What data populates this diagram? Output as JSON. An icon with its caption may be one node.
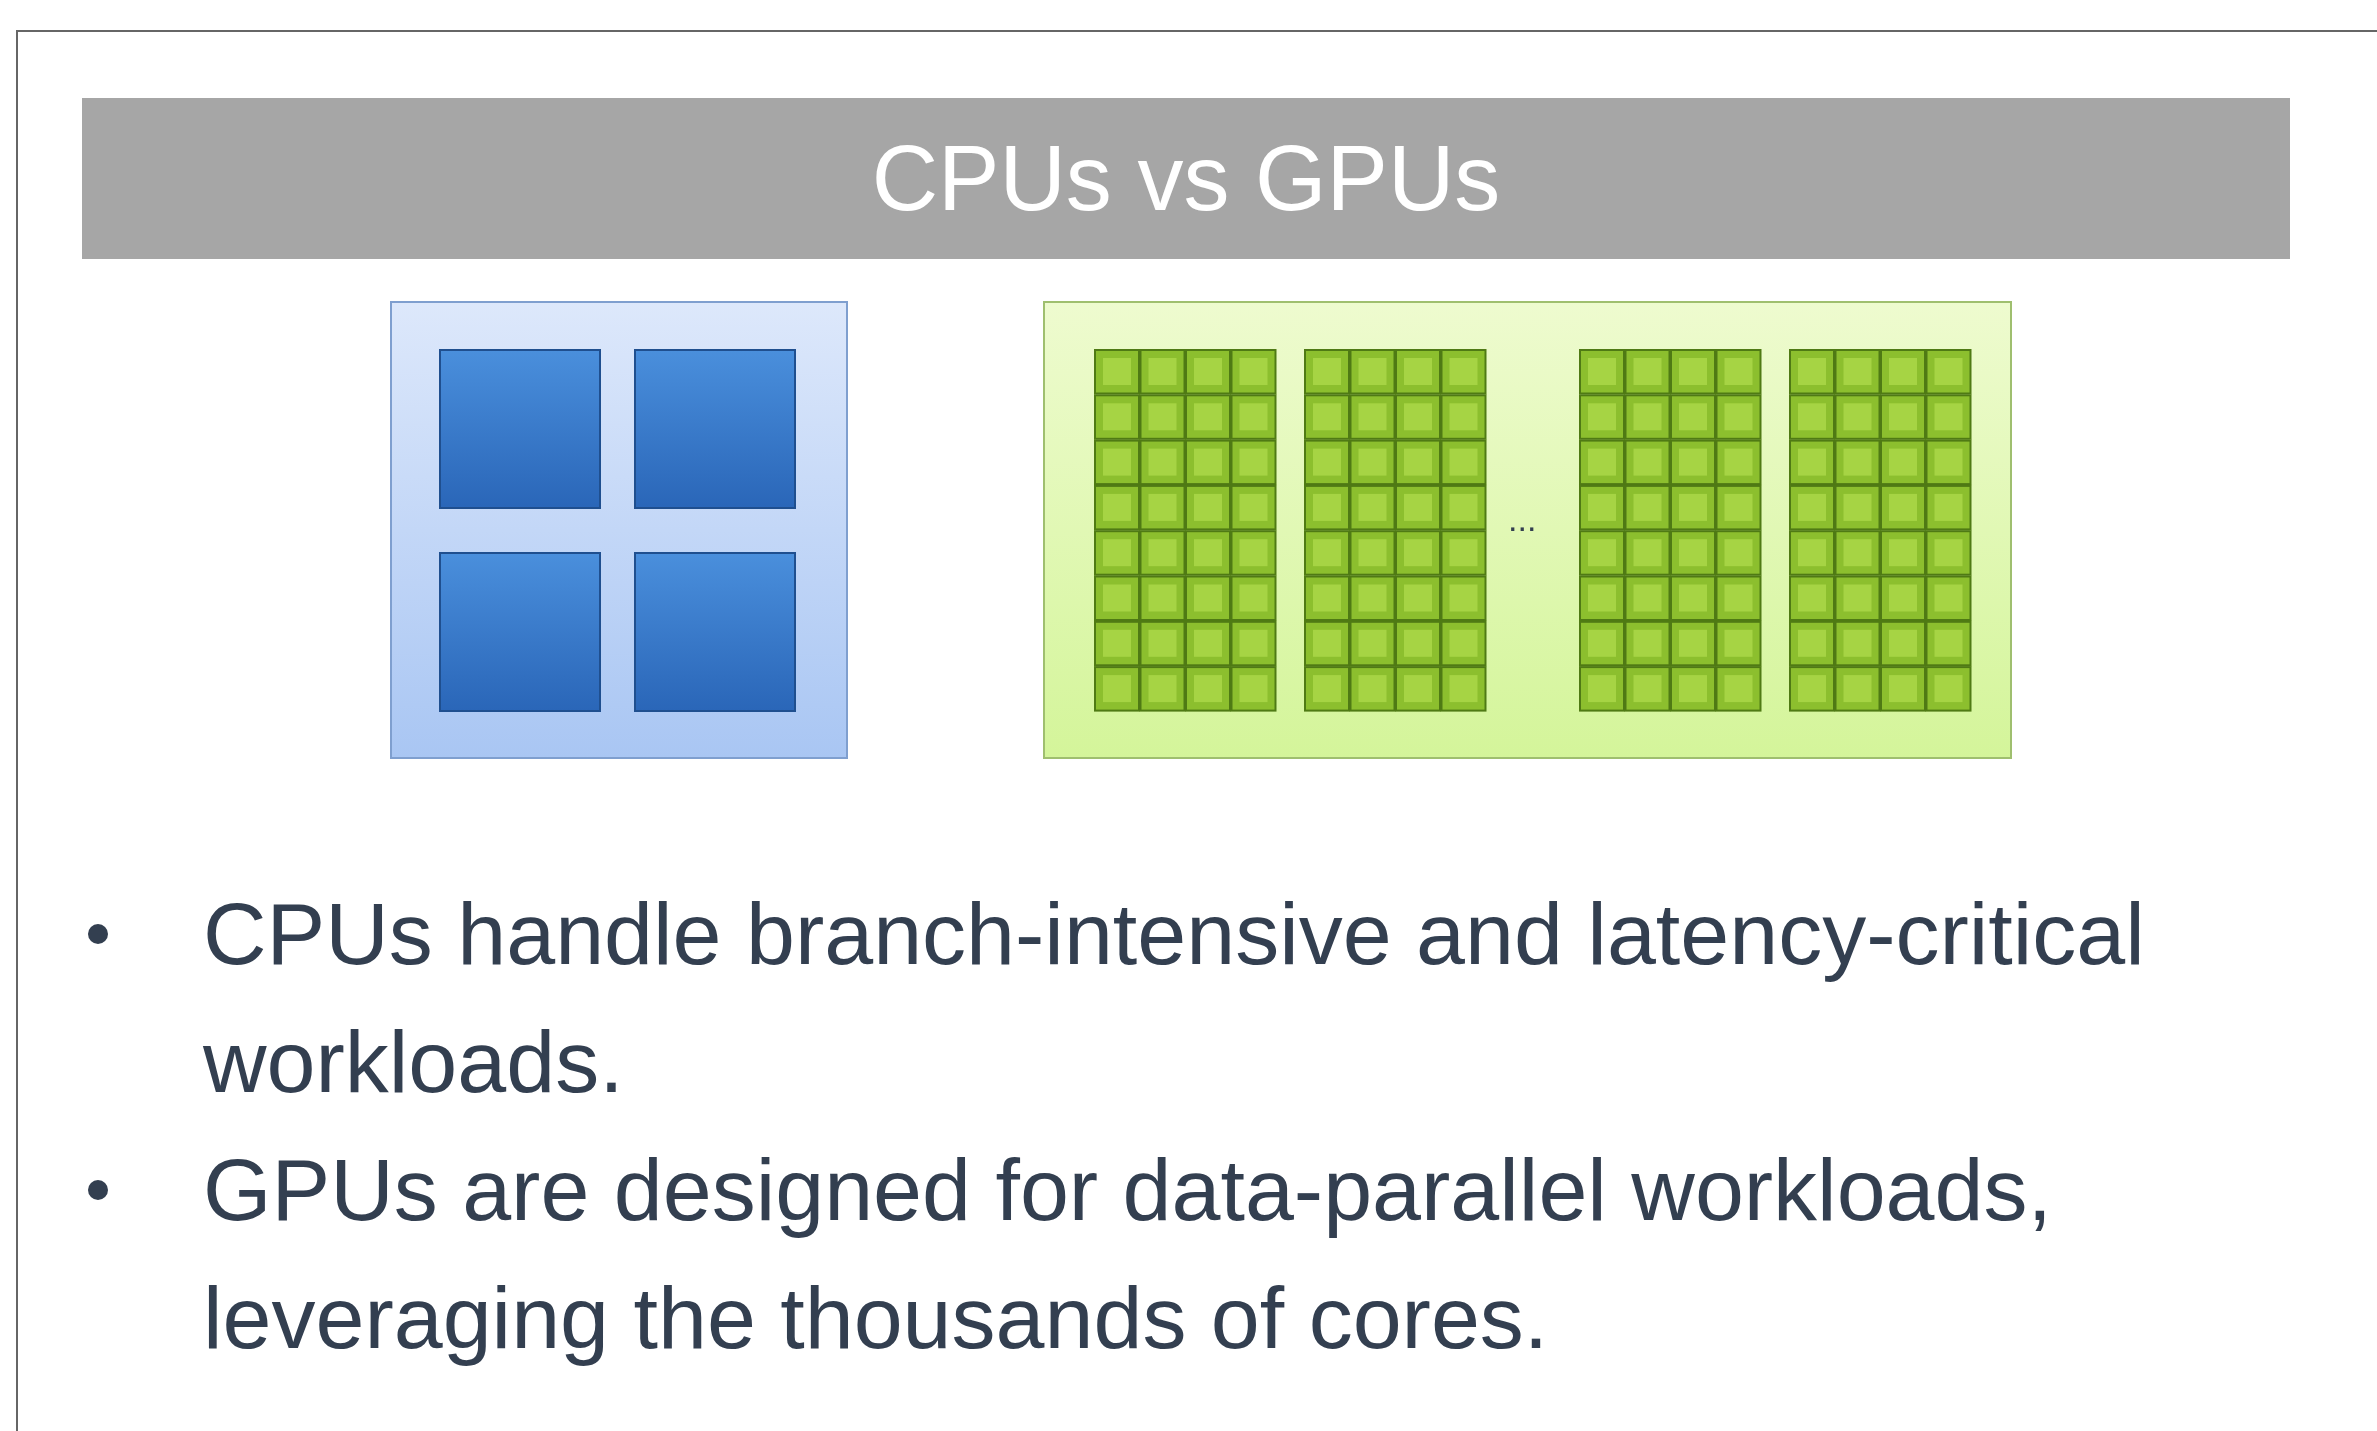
{
  "diagram": {
    "title": "CPUs vs GPUs",
    "labels": [
      "...",
      "CPUs handle branch-intensive and latency-critical workloads.",
      "GPUs are designed for data-parallel workloads, leveraging the thousands of cores."
    ]
  }
}
